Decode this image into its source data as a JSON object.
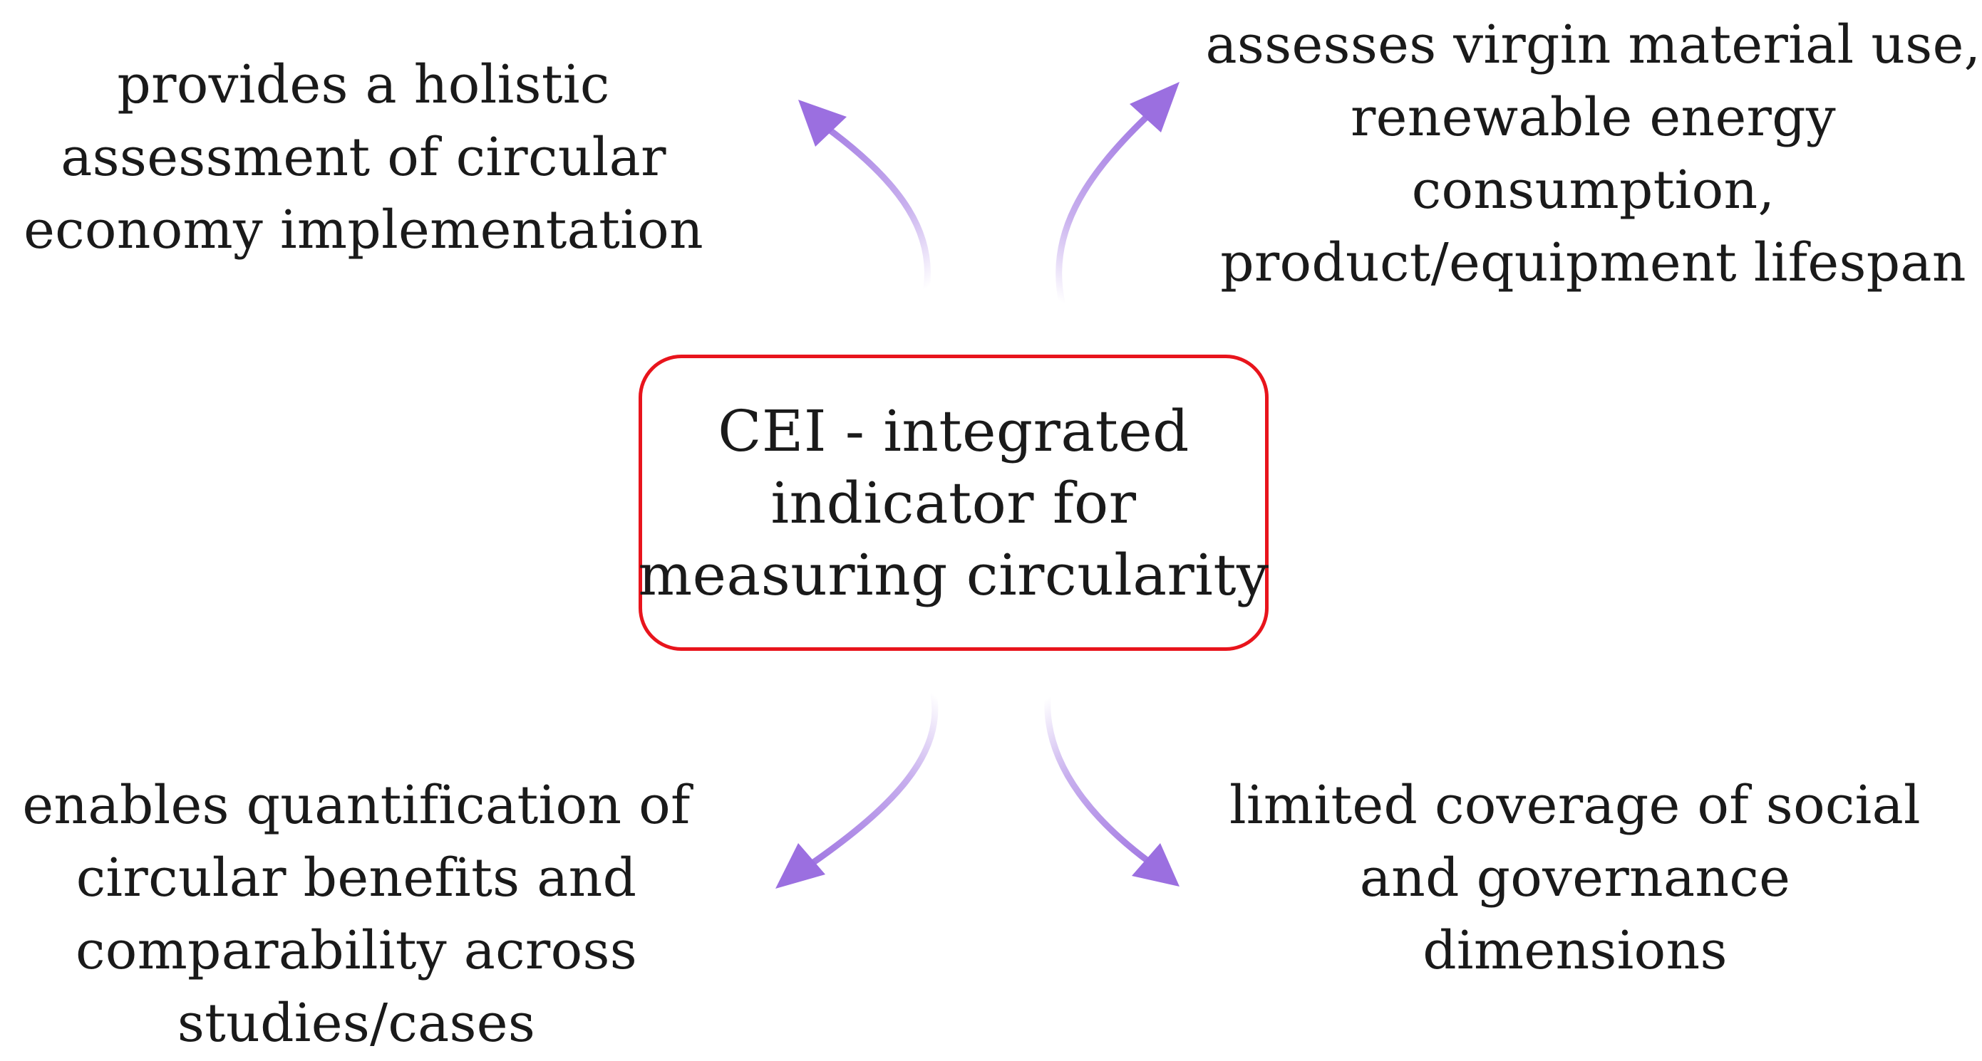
{
  "center": {
    "lines": [
      "CEI - integrated",
      "indicator for",
      "measuring circularity"
    ]
  },
  "notes": {
    "top_left": {
      "lines": [
        "provides a holistic",
        "assessment of circular",
        "economy implementation"
      ]
    },
    "top_right": {
      "lines": [
        "assesses virgin material use,",
        "renewable energy",
        "consumption,",
        "product/equipment lifespan"
      ]
    },
    "bottom_left": {
      "lines": [
        "enables quantification of",
        "circular benefits and",
        "comparability across",
        "studies/cases"
      ]
    },
    "bottom_right": {
      "lines": [
        "limited coverage of social",
        "and governance",
        "dimensions"
      ]
    }
  },
  "colors": {
    "box_border": "#e8141c",
    "arrow": "#9b6fe0",
    "text": "#1a1a1a"
  }
}
